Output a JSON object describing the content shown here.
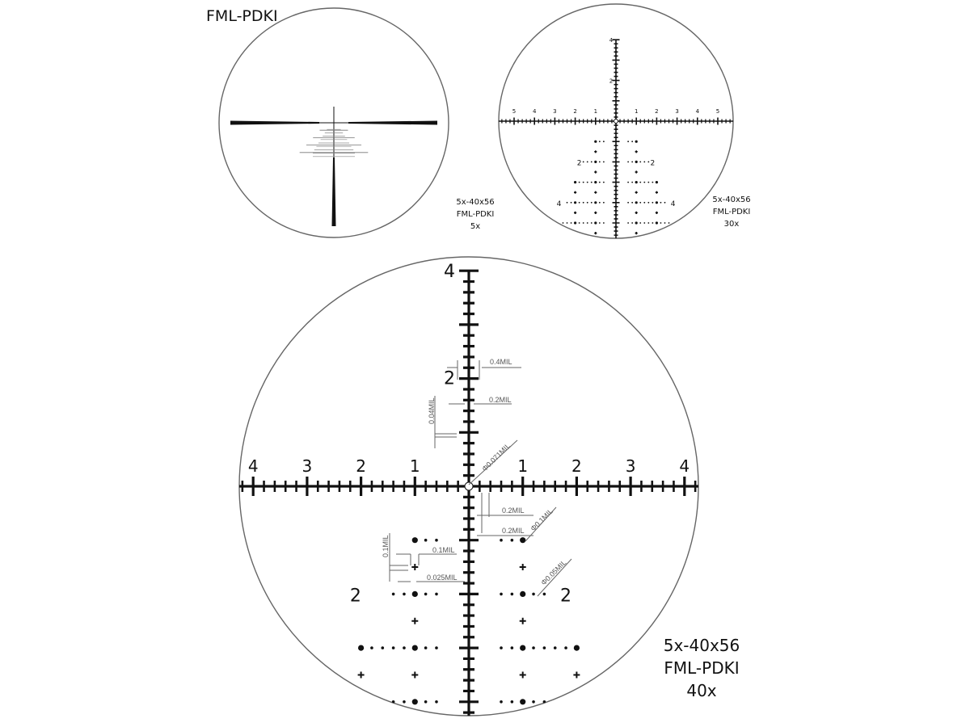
{
  "title": "FML-PDKI",
  "colors": {
    "ink": "#111111",
    "circle": "#666666",
    "annotation": "#666666"
  },
  "reticle_5x": {
    "caption": [
      "5x-40x56",
      "FML-PDKI",
      "5x"
    ]
  },
  "reticle_30x": {
    "caption": [
      "5x-40x56",
      "FML-PDKI",
      "30x"
    ],
    "h_labels": [
      "1",
      "2",
      "3",
      "4",
      "5"
    ],
    "v_labels": [
      "2",
      "4"
    ],
    "grid_labels": [
      "2",
      "4"
    ]
  },
  "reticle_40x": {
    "caption": [
      "5x-40x56",
      "FML-PDKI",
      "40x"
    ],
    "h_labels": [
      "1",
      "2",
      "3",
      "4"
    ],
    "v_labels": [
      "2",
      "4"
    ],
    "grid_labels": [
      "2"
    ],
    "annotations": [
      "0.4MIL",
      "0.2MIL",
      "0.04MIL",
      "Φ0.071MIL",
      "0.2MIL",
      "0.2MIL",
      "Φ0.1MIL",
      "0.1MIL",
      "0.1MIL",
      "0.025MIL",
      "Φ0.05MIL"
    ]
  }
}
